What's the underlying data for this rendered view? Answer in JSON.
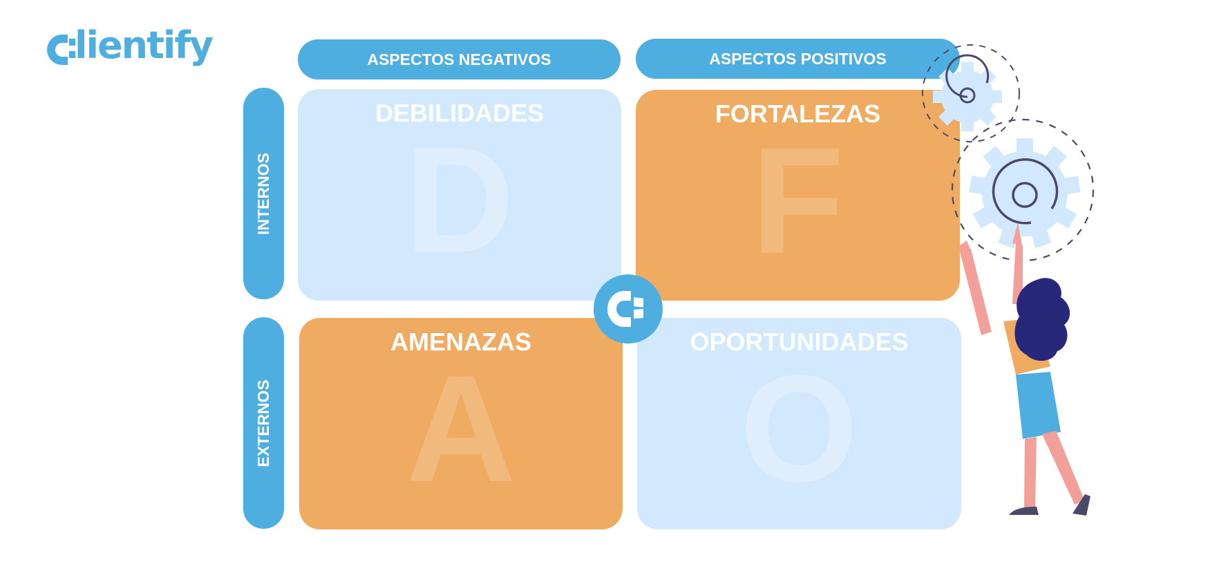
{
  "brand": {
    "logo_text": "Clientify",
    "color": "#4eaedf"
  },
  "columns": [
    {
      "label": "ASPECTOS NEGATIVOS"
    },
    {
      "label": "ASPECTOS POSITIVOS"
    }
  ],
  "rows": [
    {
      "label": "INTERNOS"
    },
    {
      "label": "EXTERNOS"
    }
  ],
  "quadrants": {
    "debilidades": {
      "title": "DEBILIDADES",
      "letter": "D",
      "color": "#d2e8fc"
    },
    "fortalezas": {
      "title": "FORTALEZAS",
      "letter": "F",
      "color": "#f0ab63"
    },
    "amenazas": {
      "title": "AMENAZAS",
      "letter": "A",
      "color": "#f0ab63"
    },
    "oportunidades": {
      "title": "OPORTUNIDADES",
      "letter": "O",
      "color": "#d2e8fc"
    }
  },
  "center_badge": {
    "icon": "clientify-c-icon",
    "color": "#4eaedf"
  },
  "illustration": {
    "description": "woman-reaching-gears",
    "icons": [
      "gear-icon",
      "gear-icon"
    ]
  },
  "colors": {
    "accent_blue": "#4eaedf",
    "light_blue": "#d2e8fc",
    "orange": "#f0ab63",
    "navy": "#2a2a78",
    "skin": "#f4a09a",
    "dark_line": "#4a4a68"
  }
}
